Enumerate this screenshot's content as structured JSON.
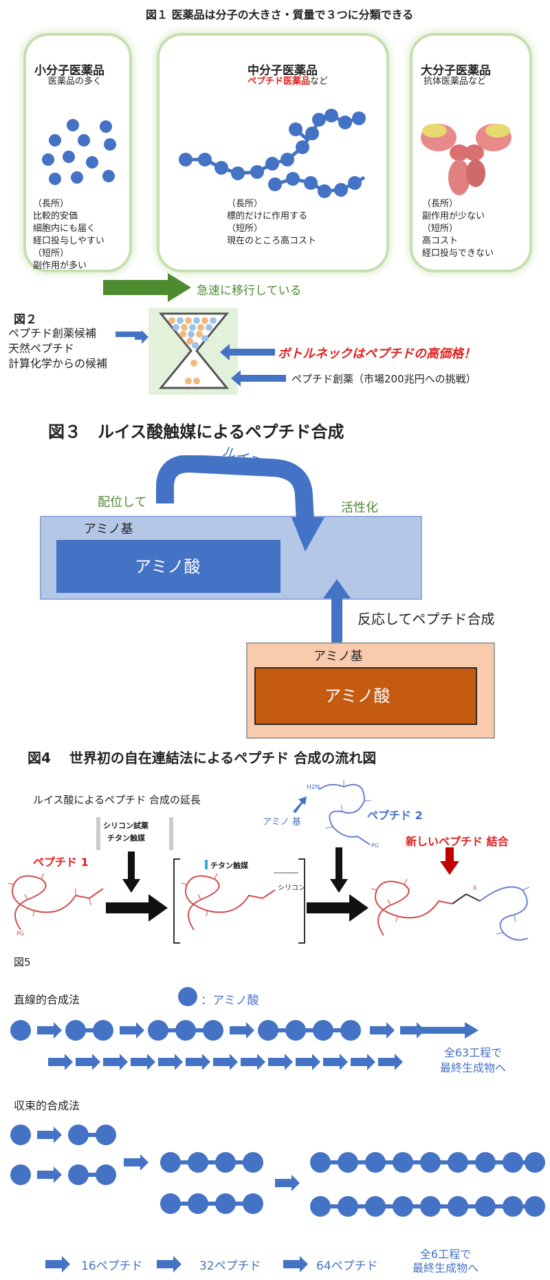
{
  "fig1": {
    "title": "図１ 医薬品は分子の大きさ・質量で３つに分類できる",
    "small": {
      "title": "小分子医薬品",
      "subtitle": "医薬品の多く",
      "lines": [
        "（長所）",
        "比較的安価",
        "細胞内にも届く",
        "経口投与しやすい",
        "（短所）",
        "副作用が多い"
      ]
    },
    "medium": {
      "title": "中分子医薬品",
      "subtitle_red": "ペプチド医薬品",
      "subtitle_rest": "など",
      "lines": [
        "（長所）",
        "標的だけに作用する",
        "（短所）",
        "現在のところ高コスト"
      ]
    },
    "large": {
      "title": "大分子医薬品",
      "subtitle": "抗体医薬品など",
      "lines": [
        "（長所）",
        "副作用が少ない",
        "（短所）",
        "高コスト",
        "経口投与できない"
      ]
    },
    "shift_label": "急速に移行している"
  },
  "fig2": {
    "label": "図２",
    "candidates": [
      "ペプチド創薬候補",
      "天然ペプチド",
      "計算化学からの候補"
    ],
    "bottleneck": "ボトルネックはペプチドの高価格！",
    "drug": "ペプチド創薬（市場200兆円への挑戦）"
  },
  "fig3": {
    "title": "図３　ルイス酸触媒によるペプチド合成",
    "catalyst": "ルイス酸触媒",
    "coordinate": "配位して",
    "activate": "活性化",
    "amino_group": "アミノ基",
    "amino_acid": "アミノ酸",
    "react": "反応してペプチド合成",
    "amino_group2": "アミノ基",
    "amino_acid2": "アミノ酸"
  },
  "fig4": {
    "title": "図4　 世界初の自在連結法によるペプチド 合成の流れ図",
    "subtitle": "ルイス酸によるペプチド 合成の延長",
    "reagent1": "シリコン試薬",
    "reagent2": "チタン触媒",
    "peptide1": "ペプチド 1",
    "peptide2": "ペプチド 2",
    "amino_label": "アミノ 基",
    "new_bond": "新しいペプチド 結合",
    "titan": "チタン触媒",
    "silicon": "シリコン",
    "h2n": "H2N",
    "pg": "PG",
    "r": "R"
  },
  "fig5": {
    "label": "図5",
    "legend": "：アミノ酸",
    "linear": "直線的合成法",
    "linear_total_1": "全63工程で",
    "linear_total_2": "最終生成物へ",
    "convergent": "収束的合成法",
    "p16": "16ペプチド",
    "p32": "32ペプチド",
    "p64": "64ペプチド",
    "conv_total_1": "全6工程で",
    "conv_total_2": "最終生成物へ"
  },
  "colors": {
    "blue_ball": "#4472c4",
    "green_arrow": "#4e8a30",
    "light_blue_box": "#b4c7e7",
    "orange_box": "#c55a11",
    "peach_box": "#f4b183",
    "red_text": "#e02020"
  }
}
